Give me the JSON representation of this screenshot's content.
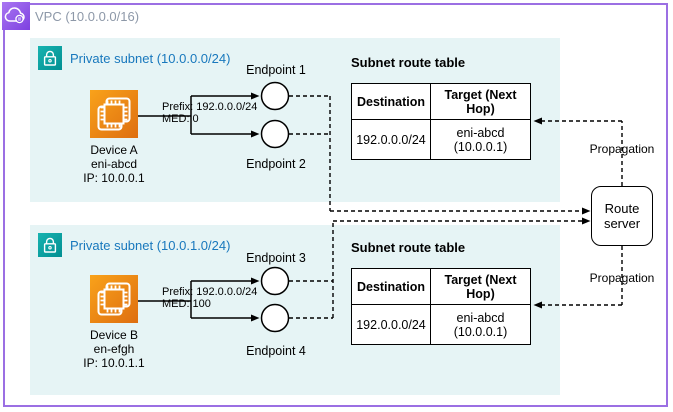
{
  "vpc": {
    "label": "VPC (10.0.0.0/16)"
  },
  "subnets": [
    {
      "label": "Private subnet (10.0.0.0/24)",
      "device": {
        "caption": "Device A\neni-abcd\nIP: 10.0.0.1"
      },
      "advertisement": {
        "prefix": "Prefix: 192.0.0.0/24",
        "med": "MED: 0"
      },
      "endpoints": [
        "Endpoint 1",
        "Endpoint 2"
      ],
      "route_table": {
        "title": "Subnet route table",
        "col1_header": "Destination",
        "col2_header": "Target (Next Hop)",
        "row": {
          "destination": "192.0.0.0/24",
          "target": "eni-abcd\n(10.0.0.1)"
        }
      }
    },
    {
      "label": "Private subnet (10.0.1.0/24)",
      "device": {
        "caption": "Device B\nen-efgh\nIP: 10.0.1.1"
      },
      "advertisement": {
        "prefix": "Prefix: 192.0.0.0/24",
        "med": "MED: 100"
      },
      "endpoints": [
        "Endpoint 3",
        "Endpoint 4"
      ],
      "route_table": {
        "title": "Subnet route table",
        "col1_header": "Destination",
        "col2_header": "Target (Next Hop)",
        "row": {
          "destination": "192.0.0.0/24",
          "target": "eni-abcd\n(10.0.0.1)"
        }
      }
    }
  ],
  "route_server": {
    "label": "Route server"
  },
  "propagation": {
    "top_label": "Propagation",
    "bottom_label": "Propagation"
  },
  "colors": {
    "vpc_border": "#9B6FE3",
    "vpc_icon_purple": "#8A4FE8",
    "subnet_bg": "#E6F4F5",
    "subnet_label_blue": "#1878BD",
    "lock_teal": "#0AA3A4",
    "device_orange": "#ED7A10",
    "line_black": "#000000"
  }
}
